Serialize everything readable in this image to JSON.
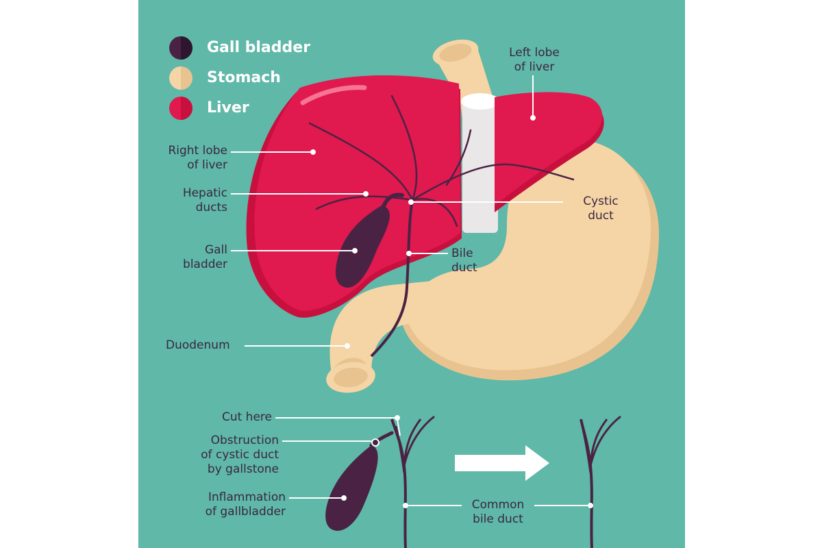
{
  "legend": [
    {
      "label": "Gall bladder",
      "color": "#4a2344"
    },
    {
      "label": "Stomach",
      "color": "#f5d5a6"
    },
    {
      "label": "Liver",
      "color": "#e0194f"
    }
  ],
  "labels": {
    "left_lobe": "Left lobe\nof liver",
    "right_lobe": "Right lobe\nof liver",
    "hepatic_ducts": "Hepatic\nducts",
    "cystic_duct": "Cystic\nduct",
    "gall_bladder": "Gall\nbladder",
    "bile_duct": "Bile\nduct",
    "duodenum": "Duodenum",
    "cut_here": "Cut here",
    "obstruction": "Obstruction\nof cystic duct\nby gallstone",
    "inflammation": "Inflammation\nof gallbladder",
    "common_bile_duct": "Common\nbile duct"
  },
  "colors": {
    "background": "#5fb8a8",
    "liver": "#e0194f",
    "liver_shade": "#c8103f",
    "stomach": "#f5d5a6",
    "stomach_shade": "#e8c38f",
    "gallbladder": "#4a2344",
    "leader_line": "#ffffff",
    "label_text": "#3a2740",
    "arrow": "#ffffff"
  }
}
